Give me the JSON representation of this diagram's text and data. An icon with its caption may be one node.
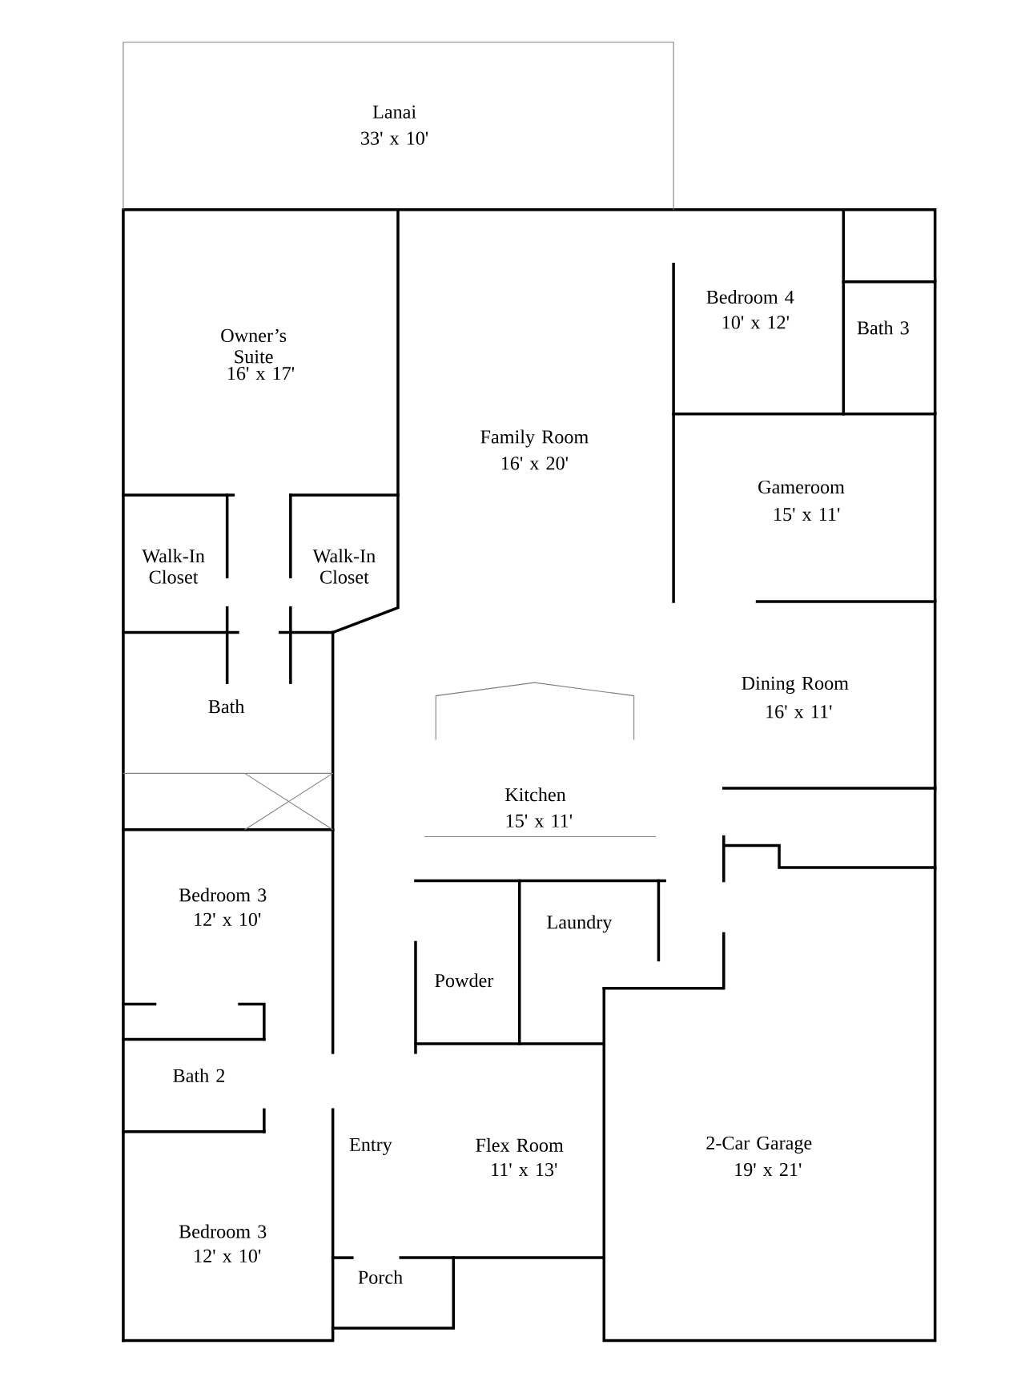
{
  "diagram": {
    "labels": [
      "Lanai",
      "33' x 10'",
      "Bedroom 4",
      "10' x 12'",
      "Bath 3",
      "Owner’s Suite",
      "16' x 17'",
      "Family Room",
      "16' x 20'",
      "Gameroom",
      "15' x 11'",
      "Walk-In Closet",
      "Walk-In Closet",
      "Dining Room",
      "16' x 11'",
      "Bath",
      "Kitchen",
      "15' x 11'",
      "Bedroom 3",
      "12' x 10'",
      "Laundry",
      "Powder",
      "Bath 2",
      "Flex Room",
      "11' x 13'",
      "2-Car Garage",
      "19' x 21'",
      "Entry",
      "Bedroom 3",
      "12' x 10'",
      "Porch"
    ]
  }
}
